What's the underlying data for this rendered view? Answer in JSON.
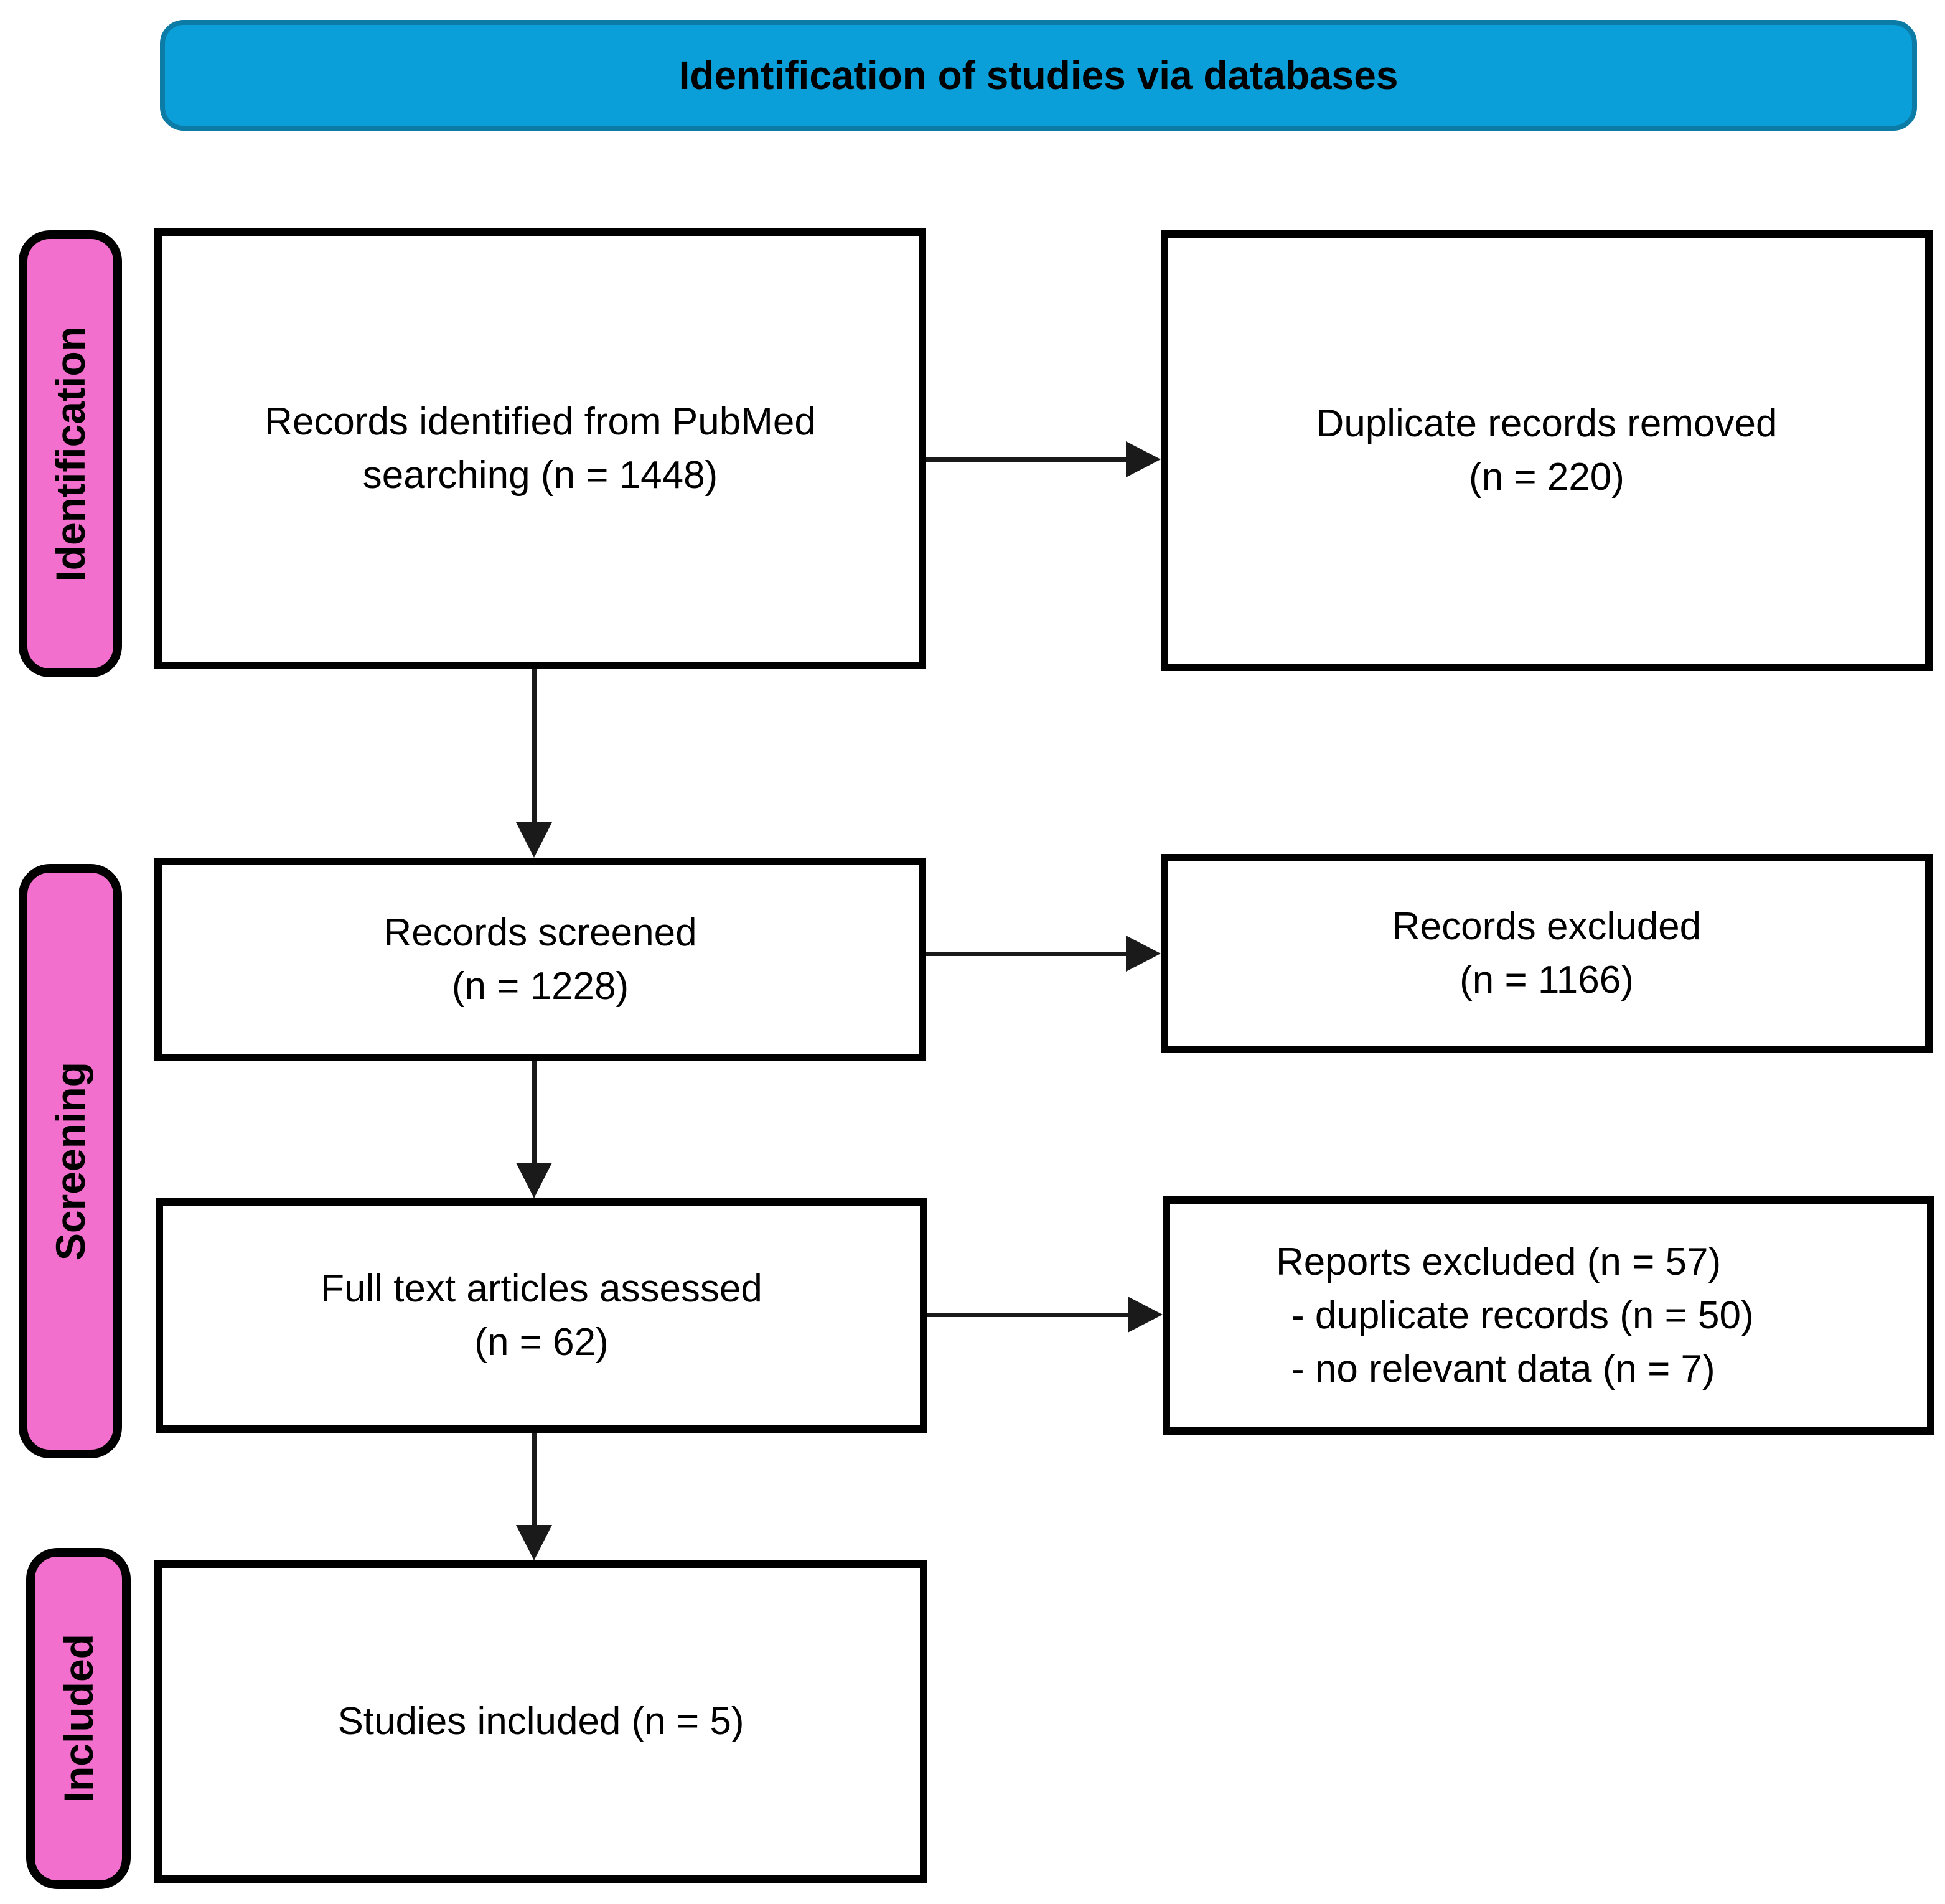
{
  "banner": {
    "title": "Identification of studies via databases"
  },
  "stages": {
    "identification": "Identification",
    "screening": "Screening",
    "included": "Included"
  },
  "boxes": {
    "identified": {
      "line1": "Records identified from PubMed",
      "line2": "searching (n = 1448)"
    },
    "duplicates_removed": {
      "line1": "Duplicate records removed",
      "line2": "(n = 220)"
    },
    "screened": {
      "line1": "Records screened",
      "line2": "(n = 1228)"
    },
    "records_excluded": {
      "line1": "Records excluded",
      "line2": "(n = 1166)"
    },
    "full_text_assessed": {
      "line1": "Full text articles assessed",
      "line2": "(n = 62)"
    },
    "reports_excluded": {
      "line1": "Reports excluded (n = 57)",
      "line2": "- duplicate records (n = 50)",
      "line3": "- no relevant data (n = 7)"
    },
    "studies_included": {
      "line1": "Studies included (n = 5)"
    }
  },
  "colors": {
    "banner_fill": "#0a9fd8",
    "banner_border": "#0c7ba6",
    "stage_fill": "#f36fce",
    "stage_border": "#000000",
    "box_fill": "#ffffff",
    "box_border": "#000000",
    "arrow_color": "#1a1a1a",
    "text_color": "#000000"
  }
}
